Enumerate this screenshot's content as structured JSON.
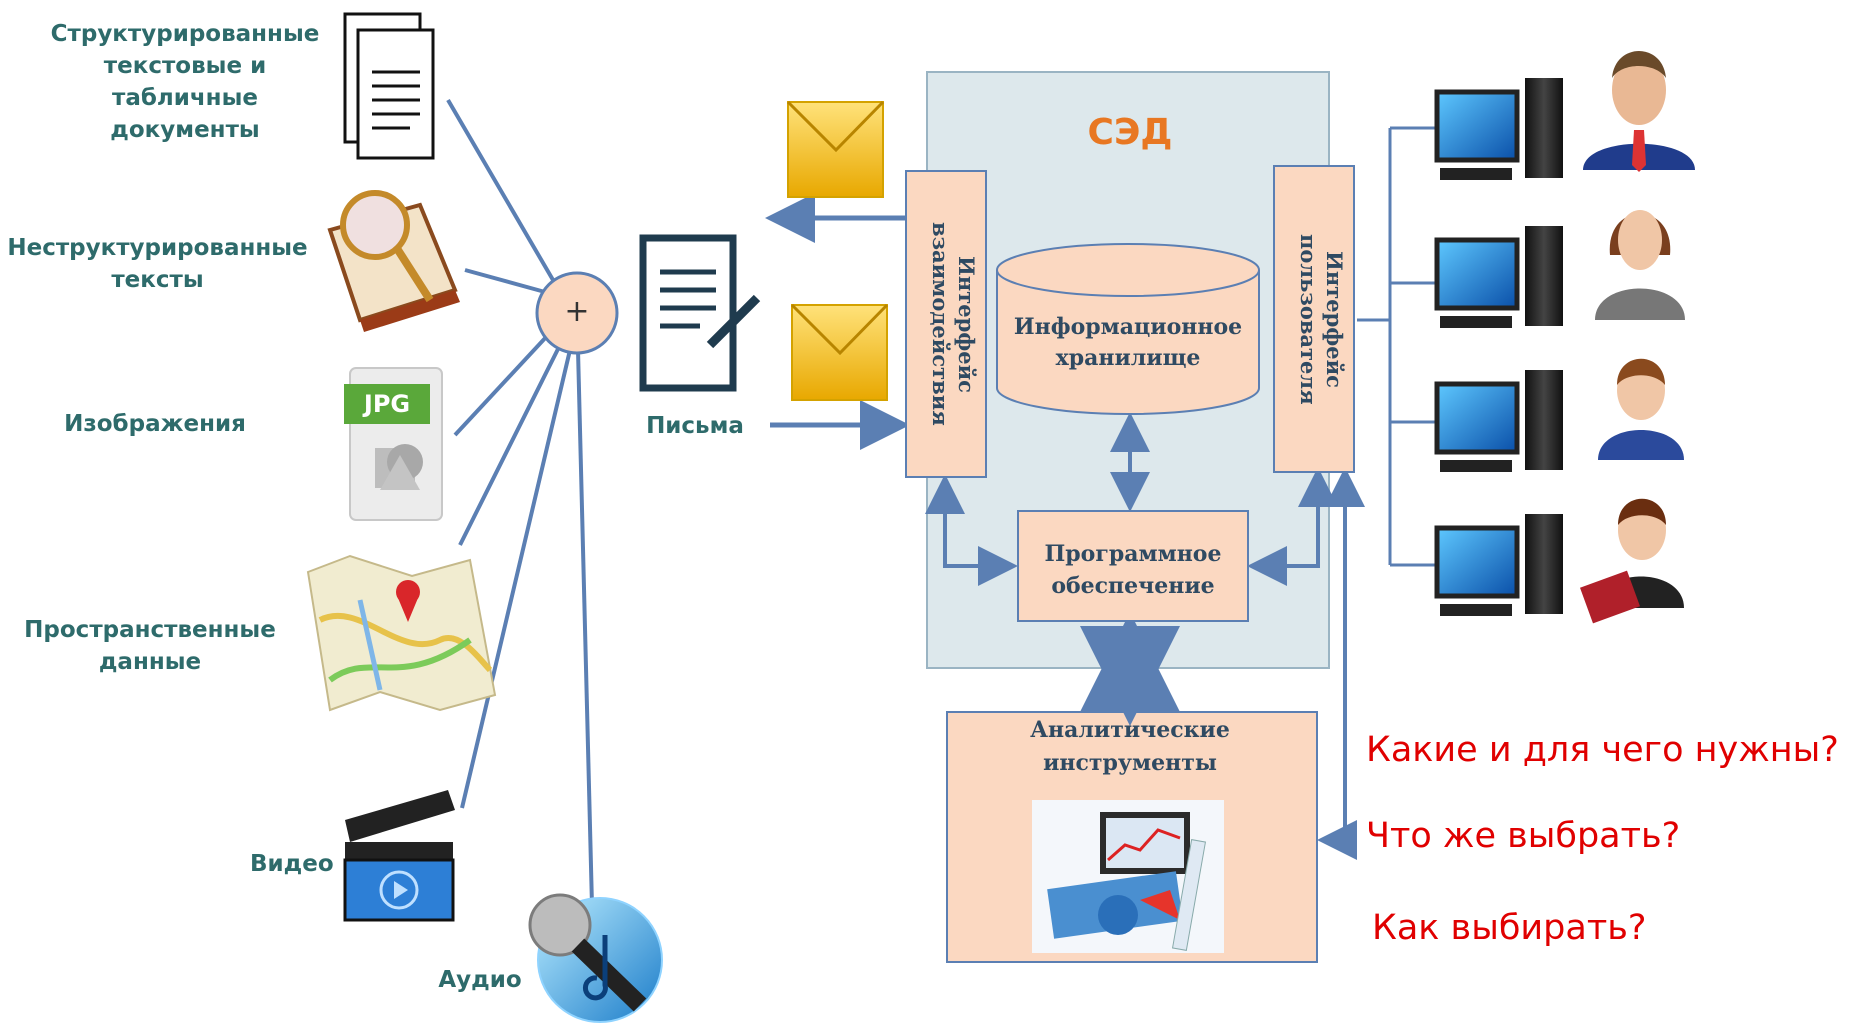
{
  "sources": {
    "structured": "Структурированные текстовые и табличные документы",
    "unstructured": "Неструктурированные тексты",
    "images": "Изображения",
    "image_badge": "JPG",
    "spatial": "Пространственные данные",
    "video": "Видео",
    "audio": "Аудио",
    "combiner": "+"
  },
  "letters": {
    "label": "Письма"
  },
  "sed": {
    "title": "СЭД",
    "interaction_interface": "Интерфейс взаимодействия",
    "user_interface": "Интерфейс пользователя",
    "storage": "Информационное хранилище",
    "software": "Программное обеспечение"
  },
  "analytics": {
    "title": "Аналитические инструменты"
  },
  "questions": {
    "q1": "Какие и для чего нужны?",
    "q2": "Что же выбрать?",
    "q3": "Как выбирать?"
  },
  "colors": {
    "connector": "#5b7fb3",
    "box_fill": "#fbd8c1",
    "sed_fill": "#dde8ec",
    "sed_title": "#e87722",
    "label_teal": "#2e6b6b",
    "question_red": "#e00000"
  }
}
